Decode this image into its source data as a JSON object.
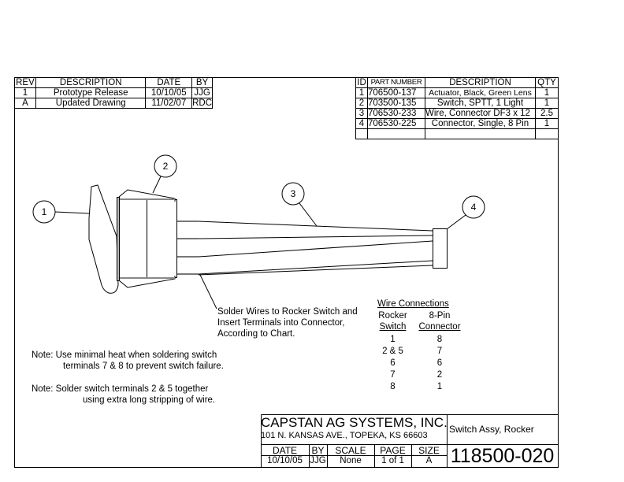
{
  "revision_table": {
    "headers": [
      "REV",
      "DESCRIPTION",
      "DATE",
      "BY"
    ],
    "rows": [
      [
        "1",
        "Prototype Release",
        "10/10/05",
        "JJG"
      ],
      [
        "A",
        "Updated Drawing",
        "11/02/07",
        "RDC"
      ]
    ]
  },
  "parts_table": {
    "headers": [
      "ID",
      "PART NUMBER",
      "DESCRIPTION",
      "QTY"
    ],
    "rows": [
      [
        "1",
        "706500-137",
        "Actuator, Black, Green Lens",
        "1"
      ],
      [
        "2",
        "703500-135",
        "Switch, SPTT, 1 Light",
        "1"
      ],
      [
        "3",
        "706530-233",
        "Wire, Connector DF3 x 12",
        "2.5"
      ],
      [
        "4",
        "706530-225",
        "Connector, Single, 8 Pin",
        "1"
      ]
    ]
  },
  "balloons": [
    "1",
    "2",
    "3",
    "4"
  ],
  "instruction": [
    "Solder Wires to Rocker Switch and",
    "Insert Terminals into Connector,",
    "According to Chart."
  ],
  "wire_connections": {
    "title": "Wire Connections",
    "col1": [
      "Rocker",
      "Switch"
    ],
    "col2": [
      "8-Pin",
      "Connector"
    ],
    "rows": [
      [
        "1",
        "8"
      ],
      [
        "2 & 5",
        "7"
      ],
      [
        "6",
        "6"
      ],
      [
        "7",
        "2"
      ],
      [
        "8",
        "1"
      ]
    ]
  },
  "notes": [
    [
      "Note:  Use minimal heat when soldering switch",
      "terminals 7 & 8 to prevent switch failure."
    ],
    [
      "Note:  Solder switch terminals 2 & 5 together",
      "using extra long stripping of wire."
    ]
  ],
  "title_block": {
    "company": "CAPSTAN AG SYSTEMS, INC.",
    "address": "101 N. KANSAS AVE., TOPEKA, KS 66603",
    "title": "Switch Assy, Rocker",
    "labels": [
      "DATE",
      "BY",
      "SCALE",
      "PAGE",
      "SIZE"
    ],
    "values": [
      "10/10/05",
      "JJG",
      "None",
      "1 of 1",
      "A"
    ],
    "drawing_number": "118500-020"
  }
}
